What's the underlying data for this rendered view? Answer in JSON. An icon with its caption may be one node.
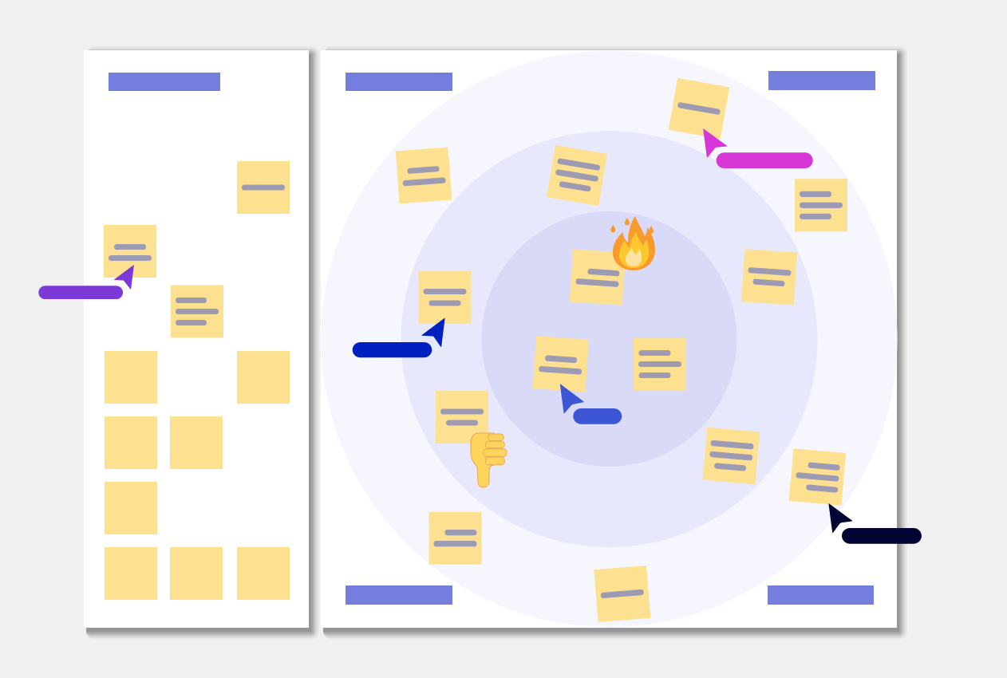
{
  "diagram": {
    "nodes": [
      {
        "text": [],
        "shape": "box"
      },
      {
        "text": [],
        "shape": "box",
        "in": 0
      },
      {
        "text": [],
        "shape": "box",
        "in": 0
      },
      {
        "text": [],
        "shape": "box",
        "in": 0
      },
      {
        "text": [],
        "shape": "box",
        "in": 0
      },
      {
        "text": [],
        "shape": "box",
        "in": 0
      },
      {
        "text": [],
        "shape": "box",
        "in": 0
      },
      {
        "text": [],
        "shape": "box",
        "in": 0
      },
      {
        "text": [],
        "shape": "box",
        "in": 0
      },
      {
        "text": [],
        "shape": "box",
        "in": 0
      },
      {
        "text": [],
        "shape": "box",
        "in": 0
      },
      {
        "text": [],
        "shape": "box",
        "in": 0
      },
      {
        "text": [],
        "shape": "box",
        "in": 0
      },
      {
        "text": [],
        "shape": "box"
      },
      {
        "text": [],
        "shape": "box",
        "in": 13
      },
      {
        "text": [],
        "shape": "box",
        "in": 13
      },
      {
        "text": [],
        "shape": "box",
        "in": 13
      },
      {
        "text": [],
        "shape": "box",
        "in": 13
      },
      {
        "text": [],
        "shape": "box",
        "in": 13
      },
      {
        "text": [],
        "shape": "box",
        "in": 13
      },
      {
        "text": [],
        "shape": "box",
        "in": 13
      },
      {
        "text": [],
        "shape": "box",
        "in": 13
      },
      {
        "text": [],
        "shape": "box",
        "in": 13
      },
      {
        "text": [],
        "shape": "box",
        "in": 13
      },
      {
        "text": [],
        "shape": "box",
        "in": 13
      },
      {
        "text": [],
        "shape": "box",
        "in": 13
      },
      {
        "text": [],
        "shape": "box",
        "in": 13
      },
      {
        "text": [],
        "shape": "box",
        "in": 13
      },
      {
        "text": [],
        "shape": "box",
        "in": 13
      },
      {
        "text": [],
        "shape": "box",
        "in": 13
      },
      {
        "text": [],
        "shape": "box",
        "in": 13
      },
      {
        "text": [],
        "shape": "box",
        "in": 13
      }
    ]
  }
}
